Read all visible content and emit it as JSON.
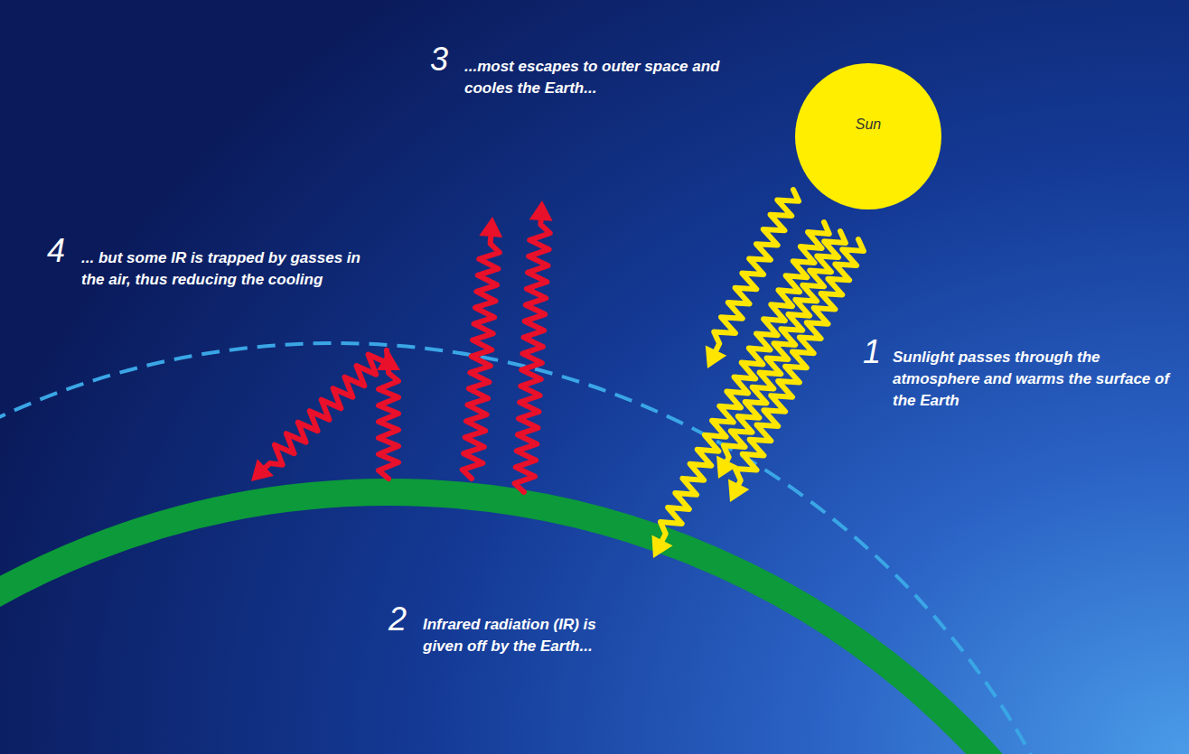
{
  "diagram": {
    "nodes": [
      {
        "text": [
          "Sun"
        ]
      }
    ],
    "labels": [
      "1",
      "Sunlight passes through the atmosphere and warms the surface of the Earth",
      "2",
      "Infrared radiation (IR) is given off by the Earth...",
      "3",
      "...most escapes to outer space and cooles the Earth...",
      "4",
      "... but some IR is trapped by gasses in the air, thus reducing the cooling"
    ]
  }
}
